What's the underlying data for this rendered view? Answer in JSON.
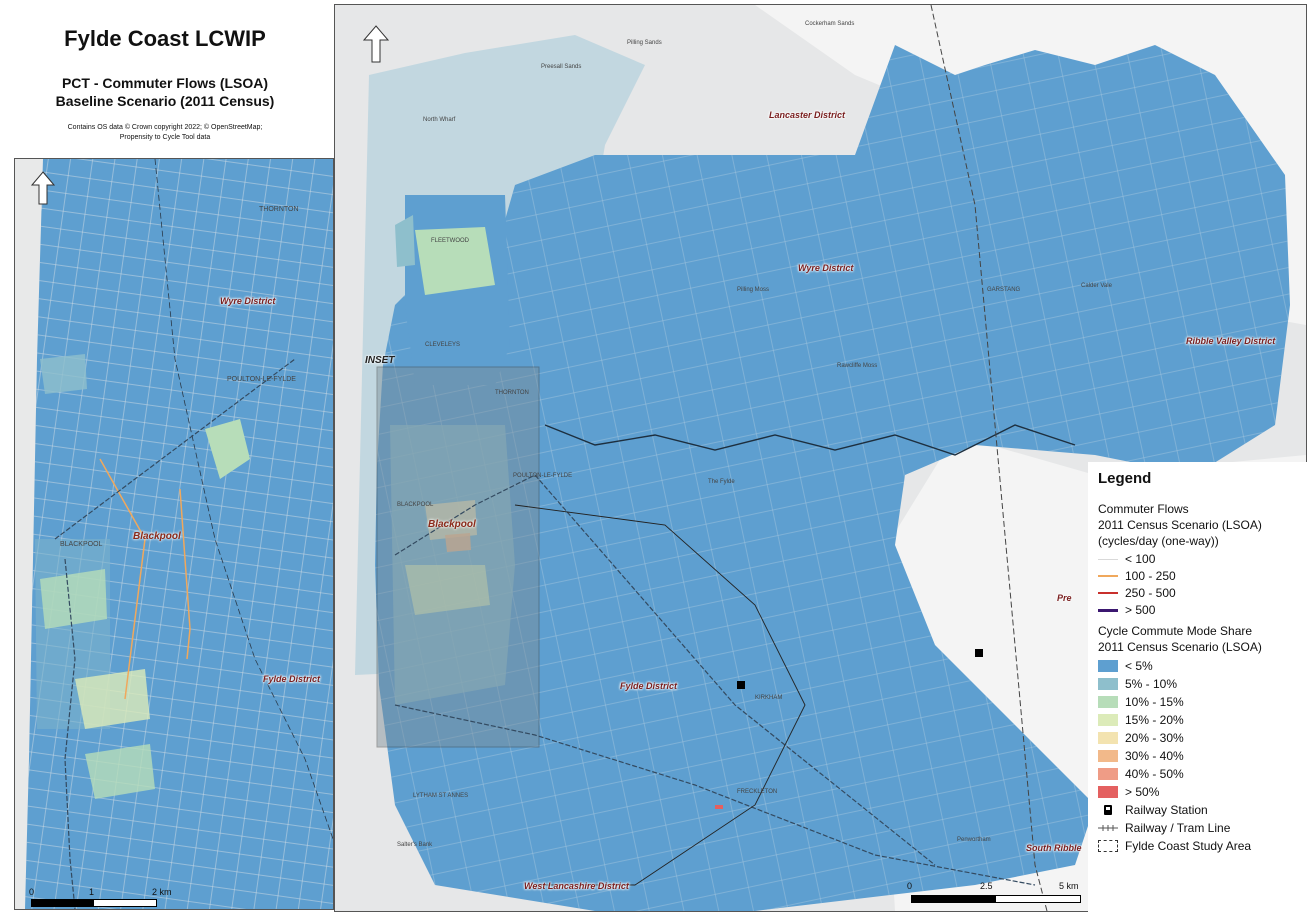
{
  "title": "Fylde Coast LCWIP",
  "subtitle_line1": "PCT - Commuter Flows (LSOA)",
  "subtitle_line2": "Baseline Scenario (2011 Census)",
  "credit_line1": "Contains OS data © Crown copyright 2022; © OpenStreetMap;",
  "credit_line2": "Propensity to Cycle Tool data",
  "colors": {
    "lt5": "#5e9fd0",
    "5to10": "#8ebfcc",
    "10to15": "#b7ddb9",
    "15to20": "#dcebb9",
    "20to30": "#f3e3b0",
    "30to40": "#f2b98a",
    "40to50": "#ef9c86",
    "gt50": "#e46060",
    "flow_lt100": "#d9d9d9",
    "flow_100_250": "#f0a85c",
    "flow_250_500": "#c8302c",
    "flow_gt500": "#3b1770",
    "district_label": "#7a1f1f",
    "background": "#e6e7e8"
  },
  "inset_map": {
    "labels": {
      "thornton": "THORNTON",
      "poulton": "POULTON-LE-FYLDE",
      "blackpool_town": "BLACKPOOL",
      "blackpool": "Blackpool",
      "wyre": "Wyre District",
      "fylde": "Fylde District"
    },
    "scale": {
      "zero": "0",
      "mid": "1",
      "end": "2 km"
    }
  },
  "main_map": {
    "inset_label": "INSET",
    "places": {
      "cockerham_sands": "Cockerham Sands",
      "pilling_sands": "Pilling Sands",
      "preesall_sands": "Preesall Sands",
      "north_wharf": "North Wharf",
      "fleetwood": "FLEETWOOD",
      "cleveleys": "CLEVELEYS",
      "thornton": "THORNTON",
      "poulton": "POULTON-LE-FYLDE",
      "blackpool_town": "BLACKPOOL",
      "pilling_moss": "Pilling Moss",
      "garstang": "GARSTANG",
      "calder_vale": "Calder Vale",
      "rawcliffe_moss": "Rawcliffe Moss",
      "the_fylde": "The Fylde",
      "kirkham": "KIRKHAM",
      "st_annes": "LYTHAM ST ANNES",
      "freckleton": "FRECKLETON",
      "salters_bank": "Salter's Bank",
      "penwortham": "Penwortham",
      "preston_partial": "Pre"
    },
    "districts": {
      "lancaster": "Lancaster District",
      "wyre": "Wyre District",
      "ribble_valley": "Ribble Valley District",
      "blackpool": "Blackpool",
      "fylde": "Fylde District",
      "south_ribble": "South Ribble",
      "west_lancashire": "West Lancashire District"
    },
    "scale": {
      "zero": "0",
      "mid": "2.5",
      "end": "5 km"
    }
  },
  "legend": {
    "title": "Legend",
    "flows_heading1": "Commuter Flows",
    "flows_heading2": "2011 Census Scenario (LSOA)",
    "flows_heading3": "(cycles/day (one-way))",
    "flow_items": [
      "< 100",
      "100 - 250",
      "250 - 500",
      "> 500"
    ],
    "share_heading1": "Cycle Commute Mode Share",
    "share_heading2": "2011 Census Scenario (LSOA)",
    "share_items": [
      "< 5%",
      "5% - 10%",
      "10% - 15%",
      "15% - 20%",
      "20% - 30%",
      "30% - 40%",
      "40% - 50%",
      "> 50%"
    ],
    "railway_station": "Railway Station",
    "railway_line": "Railway / Tram Line",
    "study_area": "Fylde Coast Study Area"
  }
}
